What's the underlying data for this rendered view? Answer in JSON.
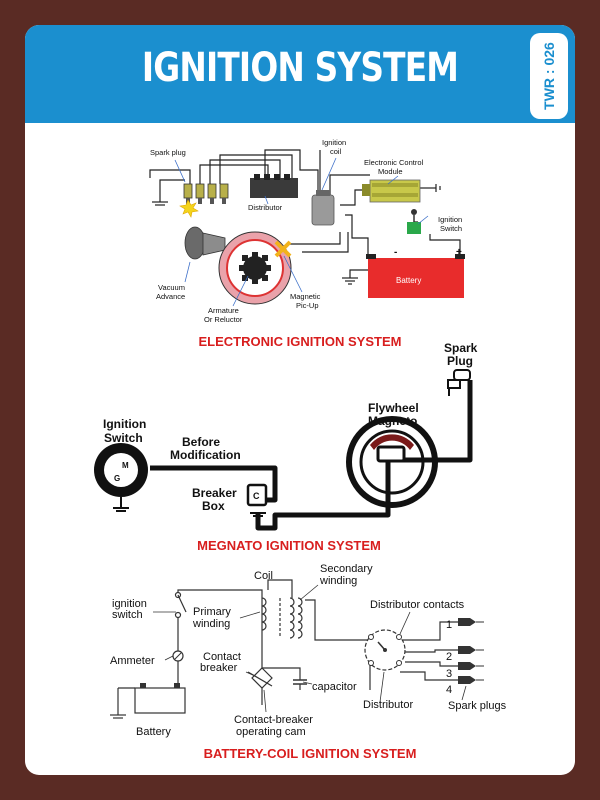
{
  "header": {
    "title": "IGNITION SYSTEM",
    "code": "TWR : 026"
  },
  "colors": {
    "background": "#5a2b24",
    "header": "#1b8fcf",
    "section_title": "#d81e1e",
    "battery": "#e82c2c",
    "module": "#c8c84a"
  },
  "electronic": {
    "title": "ELECTRONIC IGNITION SYSTEM",
    "labels": {
      "spark_plug": "Spark plug",
      "ignition_coil_1": "Ignition",
      "ignition_coil_2": "coil",
      "ecm_1": "Electronic Control",
      "ecm_2": "Module",
      "distributor": "Distributor",
      "ignition_switch_1": "Ignition",
      "ignition_switch_2": "Switch",
      "vacuum_1": "Vacuum",
      "vacuum_2": "Advance",
      "armature_1": "Armature",
      "armature_2": "Or Reluctor",
      "pickup_1": "Magnetic",
      "pickup_2": "Pic-Up",
      "battery": "Battery",
      "minus": "-",
      "plus": "+"
    }
  },
  "magneto": {
    "title": "MEGNATO IGNITION SYSTEM",
    "labels": {
      "spark_1": "Spark",
      "spark_2": "Plug",
      "switch_1": "Ignition",
      "switch_2": "Switch",
      "before_1": "Before",
      "before_2": "Modification",
      "flywheel_1": "Flywheel",
      "flywheel_2": "Magneto",
      "breaker_1": "Breaker",
      "breaker_2": "Box",
      "m": "M",
      "g": "G",
      "c": "C"
    }
  },
  "battery_coil": {
    "title": "BATTERY-COIL IGNITION SYSTEM",
    "labels": {
      "coil": "Coil",
      "secondary_1": "Secondary",
      "secondary_2": "winding",
      "ign_switch_1": "ignition",
      "ign_switch_2": "switch",
      "primary_1": "Primary",
      "primary_2": "winding",
      "dist_contacts": "Distributor contacts",
      "ammeter": "Ammeter",
      "contact_1": "Contact",
      "contact_2": "breaker",
      "capacitor": "capacitor",
      "distributor": "Distributor",
      "battery": "Battery",
      "cam_1": "Contact-breaker",
      "cam_2": "operating cam",
      "spark_plugs": "Spark plugs",
      "n1": "1",
      "n2": "2",
      "n3": "3",
      "n4": "4"
    }
  }
}
